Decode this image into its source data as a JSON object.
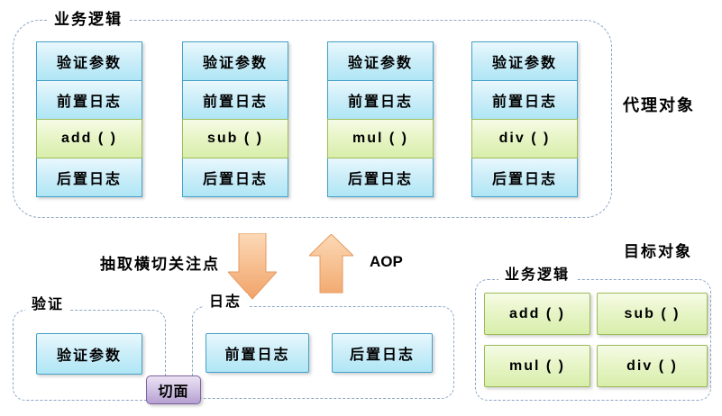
{
  "colors": {
    "blue_border": "#44a1c8",
    "blue_gradient_top": "#e9f8fd",
    "blue_gradient_bottom": "#b0e6f5",
    "green_border": "#9bbb59",
    "green_gradient_top": "#f5fbe6",
    "green_gradient_bottom": "#d8eeab",
    "purple_border": "#7e61a0",
    "purple_gradient_bottom": "#b5a0d1",
    "arrow_fill_light": "#fcd9b6",
    "arrow_fill_dark": "#f1a369",
    "dashed_border": "#8ca6c6"
  },
  "proxy_group": {
    "label": "业务逻辑",
    "side_label": "代理对象",
    "columns": [
      {
        "cells": [
          {
            "text": "验证参数",
            "type": "blue"
          },
          {
            "text": "前置日志",
            "type": "blue"
          },
          {
            "text": "add ( )",
            "type": "green"
          },
          {
            "text": "后置日志",
            "type": "blue"
          }
        ]
      },
      {
        "cells": [
          {
            "text": "验证参数",
            "type": "blue"
          },
          {
            "text": "前置日志",
            "type": "blue"
          },
          {
            "text": "sub ( )",
            "type": "green"
          },
          {
            "text": "后置日志",
            "type": "blue"
          }
        ]
      },
      {
        "cells": [
          {
            "text": "验证参数",
            "type": "blue"
          },
          {
            "text": "前置日志",
            "type": "blue"
          },
          {
            "text": "mul ( )",
            "type": "green"
          },
          {
            "text": "后置日志",
            "type": "blue"
          }
        ]
      },
      {
        "cells": [
          {
            "text": "验证参数",
            "type": "blue"
          },
          {
            "text": "前置日志",
            "type": "blue"
          },
          {
            "text": "div ( )",
            "type": "green"
          },
          {
            "text": "后置日志",
            "type": "blue"
          }
        ]
      }
    ]
  },
  "flow": {
    "extract_label": "抽取横切关注点",
    "aop_label": "AOP"
  },
  "validation_group": {
    "label": "验证",
    "boxes": [
      {
        "text": "验证参数"
      }
    ]
  },
  "aspect_badge": {
    "label": "切面"
  },
  "log_group": {
    "label": "日志",
    "boxes": [
      {
        "text": "前置日志"
      },
      {
        "text": "后置日志"
      }
    ]
  },
  "target_group": {
    "title": "目标对象",
    "label": "业务逻辑",
    "methods": [
      {
        "text": "add ( )"
      },
      {
        "text": "sub ( )"
      },
      {
        "text": "mul ( )"
      },
      {
        "text": "div ( )"
      }
    ]
  }
}
